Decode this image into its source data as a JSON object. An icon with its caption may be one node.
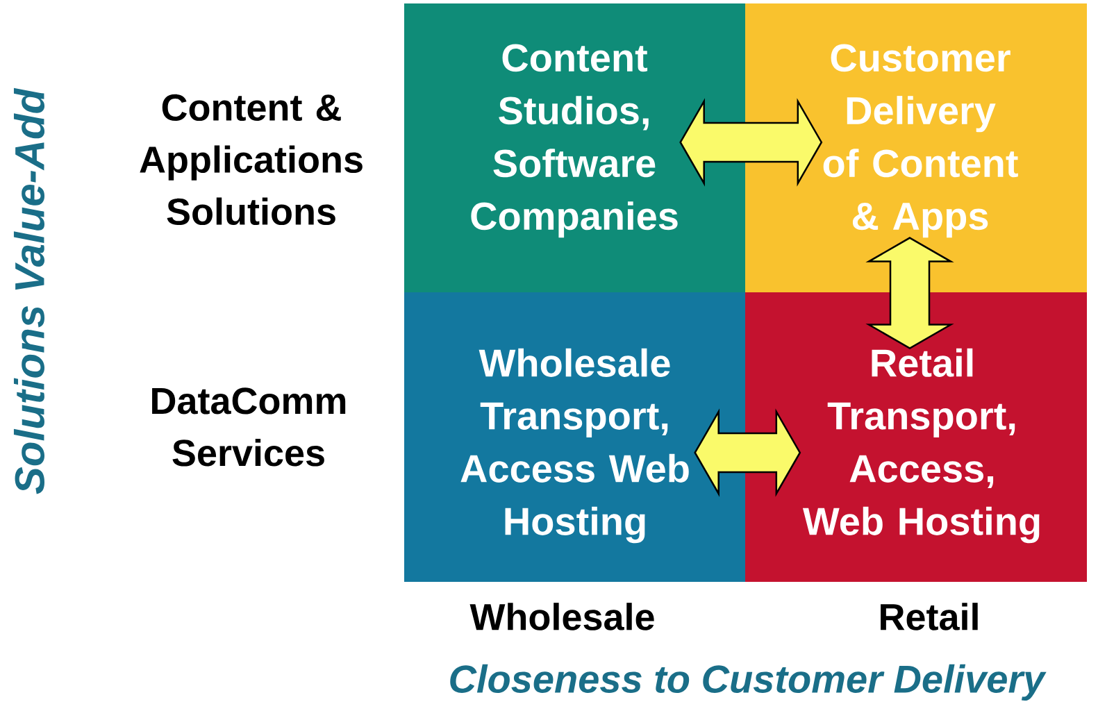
{
  "diagram": {
    "nodes": [
      {
        "text": [
          "Content Studios, Software Companies"
        ]
      },
      {
        "text": [
          "Customer Delivery of Content & Apps"
        ]
      },
      {
        "text": [
          "Wholesale Transport, Access Web Hosting"
        ]
      },
      {
        "text": [
          "Retail Transport, Access, Web Hosting"
        ]
      }
    ],
    "edges": [
      {
        "from": 0,
        "to": 1,
        "arrow": "both"
      },
      {
        "from": 1,
        "to": 3,
        "arrow": "both"
      },
      {
        "from": 2,
        "to": 3,
        "arrow": "both"
      }
    ],
    "labels": [
      "Solutions Value-Add",
      "Content & Applications Solutions",
      "DataComm Services",
      "Wholesale",
      "Retail",
      "Closeness to Customer Delivery"
    ]
  }
}
